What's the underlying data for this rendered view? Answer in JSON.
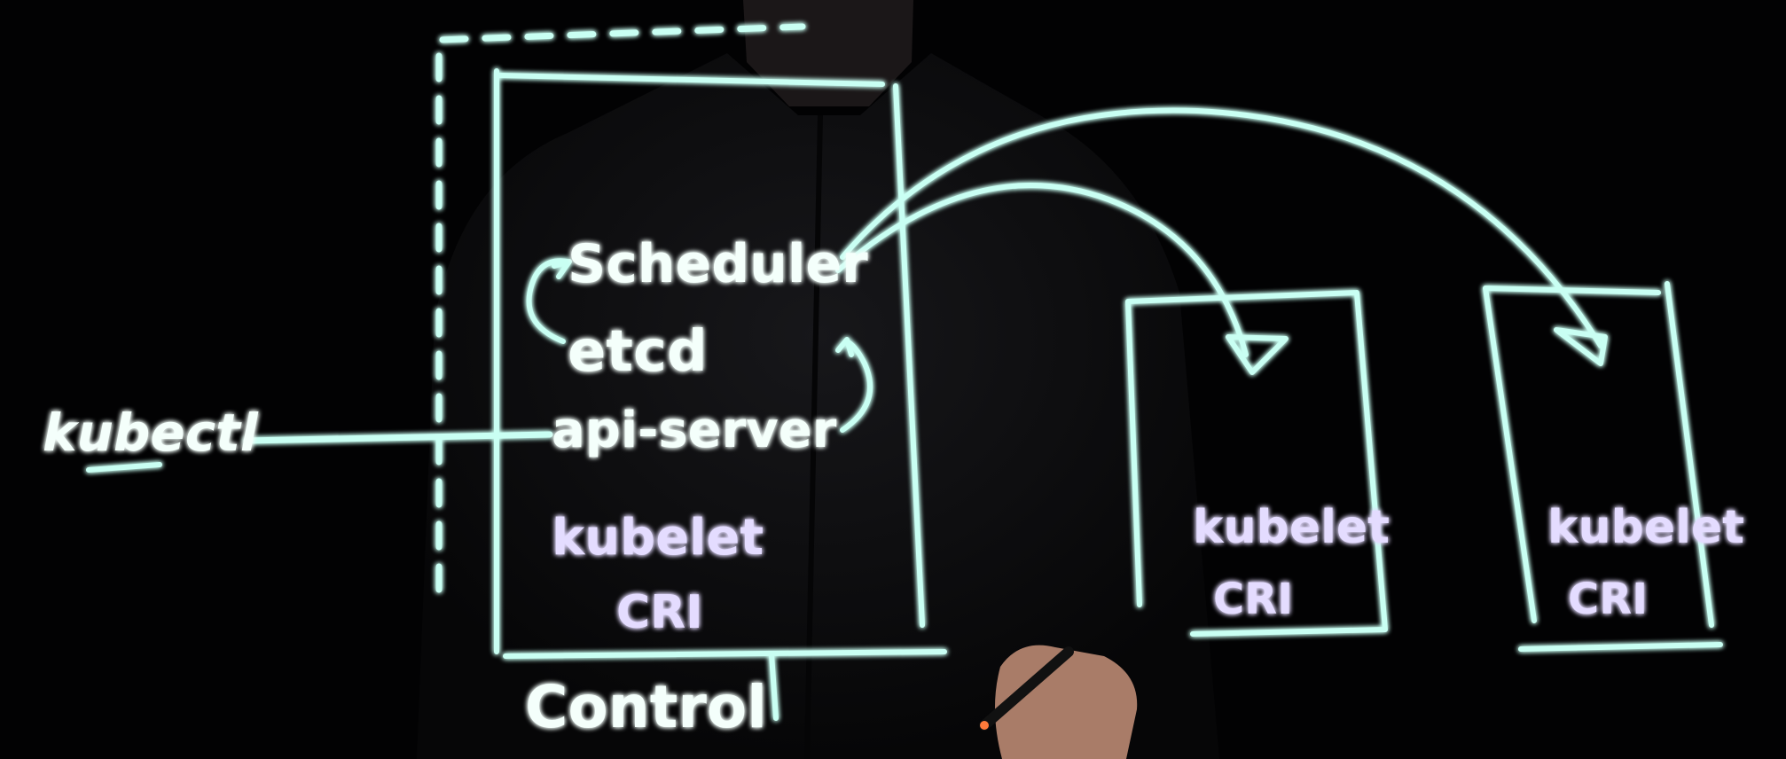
{
  "colors": {
    "background": "#020203",
    "cyan_marker": "#c9fff3",
    "cyan_glow": "#5fe8d3",
    "purple_marker": "#e4dcff",
    "purple_glow": "#9c84ff",
    "shirt": "#0e0e10"
  },
  "control_plane": {
    "components": [
      "Scheduler",
      "etcd",
      "api-server"
    ],
    "node_components": [
      "kubelet",
      "CRI"
    ],
    "label": "Control"
  },
  "client": {
    "label": "kubectl"
  },
  "worker_nodes": [
    {
      "components": [
        "kubelet",
        "CRI"
      ]
    },
    {
      "components": [
        "kubelet",
        "CRI"
      ]
    }
  ]
}
